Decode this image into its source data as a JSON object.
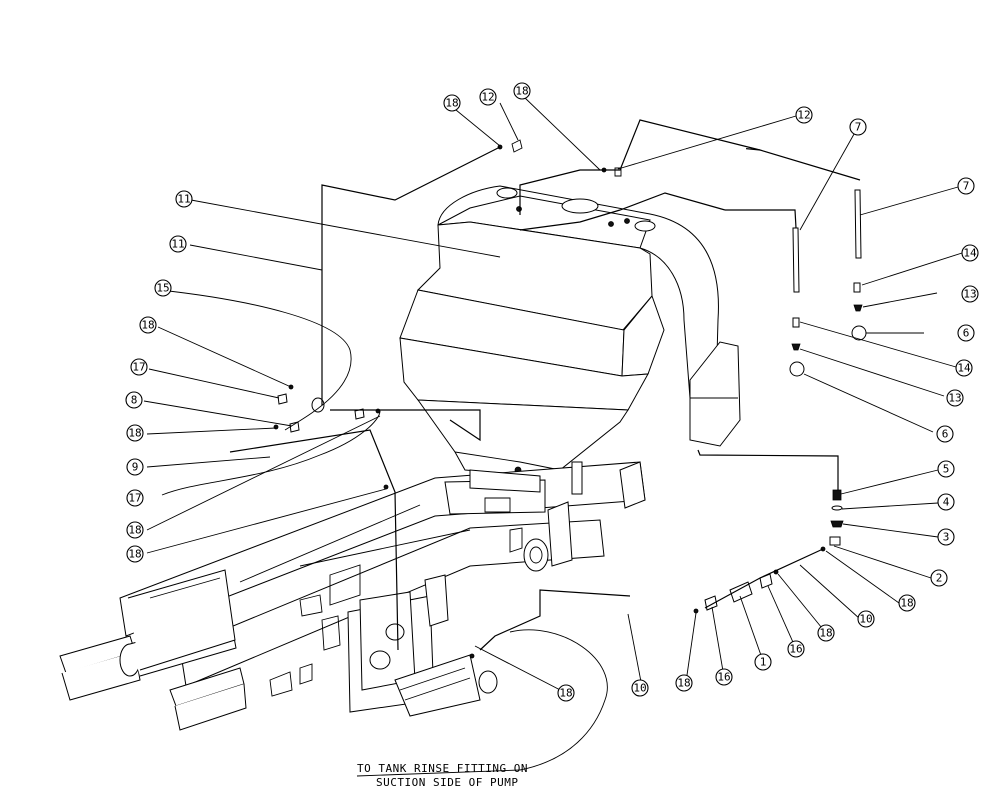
{
  "callouts": [
    {
      "id": "c18a",
      "label": "18"
    },
    {
      "id": "c12a",
      "label": "12"
    },
    {
      "id": "c18b",
      "label": "18"
    },
    {
      "id": "c12b",
      "label": "12"
    },
    {
      "id": "c7a",
      "label": "7"
    },
    {
      "id": "c7b",
      "label": "7"
    },
    {
      "id": "c11a",
      "label": "11"
    },
    {
      "id": "c11b",
      "label": "11"
    },
    {
      "id": "c15",
      "label": "15"
    },
    {
      "id": "c14a",
      "label": "14"
    },
    {
      "id": "c13a",
      "label": "13"
    },
    {
      "id": "c6a",
      "label": "6"
    },
    {
      "id": "c14b",
      "label": "14"
    },
    {
      "id": "c13b",
      "label": "13"
    },
    {
      "id": "c6b",
      "label": "6"
    },
    {
      "id": "c18c",
      "label": "18"
    },
    {
      "id": "c17a",
      "label": "17"
    },
    {
      "id": "c8",
      "label": "8"
    },
    {
      "id": "c18d",
      "label": "18"
    },
    {
      "id": "c9",
      "label": "9"
    },
    {
      "id": "c17b",
      "label": "17"
    },
    {
      "id": "c18e",
      "label": "18"
    },
    {
      "id": "c18f",
      "label": "18"
    },
    {
      "id": "c5",
      "label": "5"
    },
    {
      "id": "c4",
      "label": "4"
    },
    {
      "id": "c3",
      "label": "3"
    },
    {
      "id": "c2",
      "label": "2"
    },
    {
      "id": "c18g",
      "label": "18"
    },
    {
      "id": "c10a",
      "label": "10"
    },
    {
      "id": "c18h",
      "label": "18"
    },
    {
      "id": "c16a",
      "label": "16"
    },
    {
      "id": "c1",
      "label": "1"
    },
    {
      "id": "c16b",
      "label": "16"
    },
    {
      "id": "c18i",
      "label": "18"
    },
    {
      "id": "c10b",
      "label": "10"
    },
    {
      "id": "c18j",
      "label": "18"
    }
  ],
  "note": {
    "line1": "TO TANK RINSE FITTING ON",
    "line2": "SUCTION SIDE OF PUMP"
  }
}
